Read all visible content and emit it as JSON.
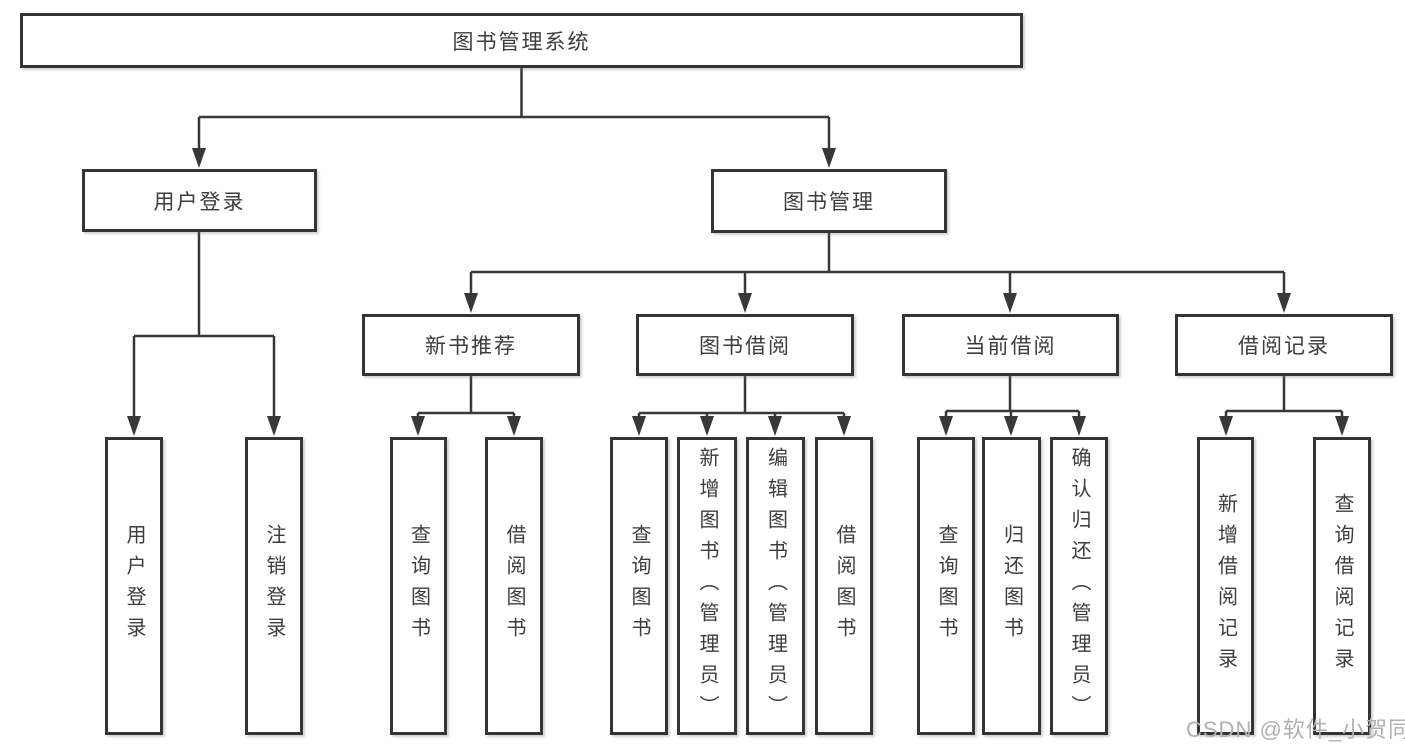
{
  "diagram": {
    "root": {
      "label": "图书管理系统"
    },
    "level2": [
      {
        "label": "用户登录"
      },
      {
        "label": "图书管理"
      }
    ],
    "level3": [
      {
        "label": "新书推荐"
      },
      {
        "label": "图书借阅"
      },
      {
        "label": "当前借阅"
      },
      {
        "label": "借阅记录"
      }
    ],
    "leaves": [
      {
        "label": "用户登录"
      },
      {
        "label": "注销登录"
      },
      {
        "label": "查询图书"
      },
      {
        "label": "借阅图书"
      },
      {
        "label": "查询图书"
      },
      {
        "label": "新增图书（管理员）"
      },
      {
        "label": "编辑图书（管理员）"
      },
      {
        "label": "借阅图书"
      },
      {
        "label": "查询图书"
      },
      {
        "label": "归还图书"
      },
      {
        "label": "确认归还（管理员）"
      },
      {
        "label": "新增借阅记录"
      },
      {
        "label": "查询借阅记录"
      }
    ]
  },
  "watermark": {
    "text": "CSDN @软件_小贺同学"
  },
  "colors": {
    "line": "#383838",
    "box_border": "#343434",
    "text": "#3d3d3d",
    "watermark": "#b2b0b0",
    "background": "#ffffff"
  }
}
